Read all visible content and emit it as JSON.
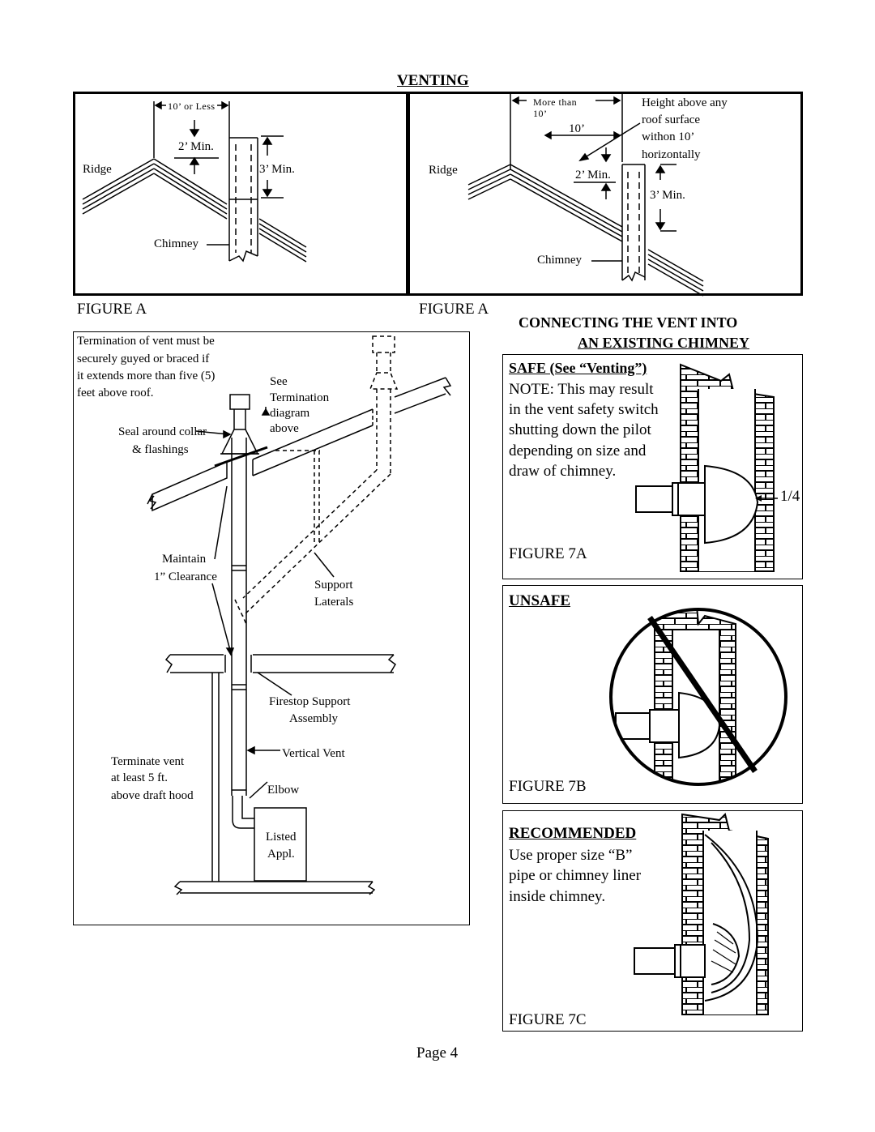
{
  "title": "VENTING",
  "figure_a_left": {
    "dim_top": "10’ or Less",
    "min_2": "2’ Min.",
    "min_3": "3’ Min.",
    "ridge": "Ridge",
    "chimney": "Chimney",
    "caption": "FIGURE A"
  },
  "figure_a_right": {
    "dim_top": "More than 10’",
    "dim_10": "10’",
    "height_note": [
      "Height above any",
      "roof surface",
      "withon 10’",
      "horizontally"
    ],
    "ridge": "Ridge",
    "min_2": "2’ Min.",
    "min_3": "3’ Min.",
    "chimney": "Chimney",
    "caption": "FIGURE A"
  },
  "vent_diagram": {
    "termination_note": [
      "Termination of vent must be",
      "securely guyed or braced if",
      "it extends more than five (5)",
      "feet above roof."
    ],
    "see_termination": [
      "See",
      "Termination",
      "diagram",
      "above"
    ],
    "seal": [
      "Seal around collar",
      "& flashings"
    ],
    "maintain": [
      "Maintain",
      "1” Clearance"
    ],
    "support": [
      "Support",
      "Laterals"
    ],
    "firestop": [
      "Firestop Support",
      "Assembly"
    ],
    "vertical_vent": "Vertical Vent",
    "terminate": [
      "Terminate vent",
      "at least 5 ft.",
      "above draft hood"
    ],
    "elbow": "Elbow",
    "appliance": [
      "Listed",
      "Appl."
    ]
  },
  "section_title": [
    "CONNECTING THE VENT INTO",
    "AN EXISTING CHIMNEY"
  ],
  "safe": {
    "heading": "SAFE  (See “Venting”)",
    "note": [
      "NOTE:  This may result",
      "in the vent safety switch",
      "shutting down the pilot",
      "depending on size and",
      "draw of chimney."
    ],
    "quarter": "1/4",
    "caption": "FIGURE 7A"
  },
  "unsafe": {
    "heading": "UNSAFE",
    "caption": "FIGURE 7B"
  },
  "recommended": {
    "heading": "RECOMMENDED",
    "note": [
      "Use proper size “B”",
      "pipe or chimney liner",
      "inside chimney."
    ],
    "caption": "FIGURE 7C"
  },
  "page": "Page 4"
}
